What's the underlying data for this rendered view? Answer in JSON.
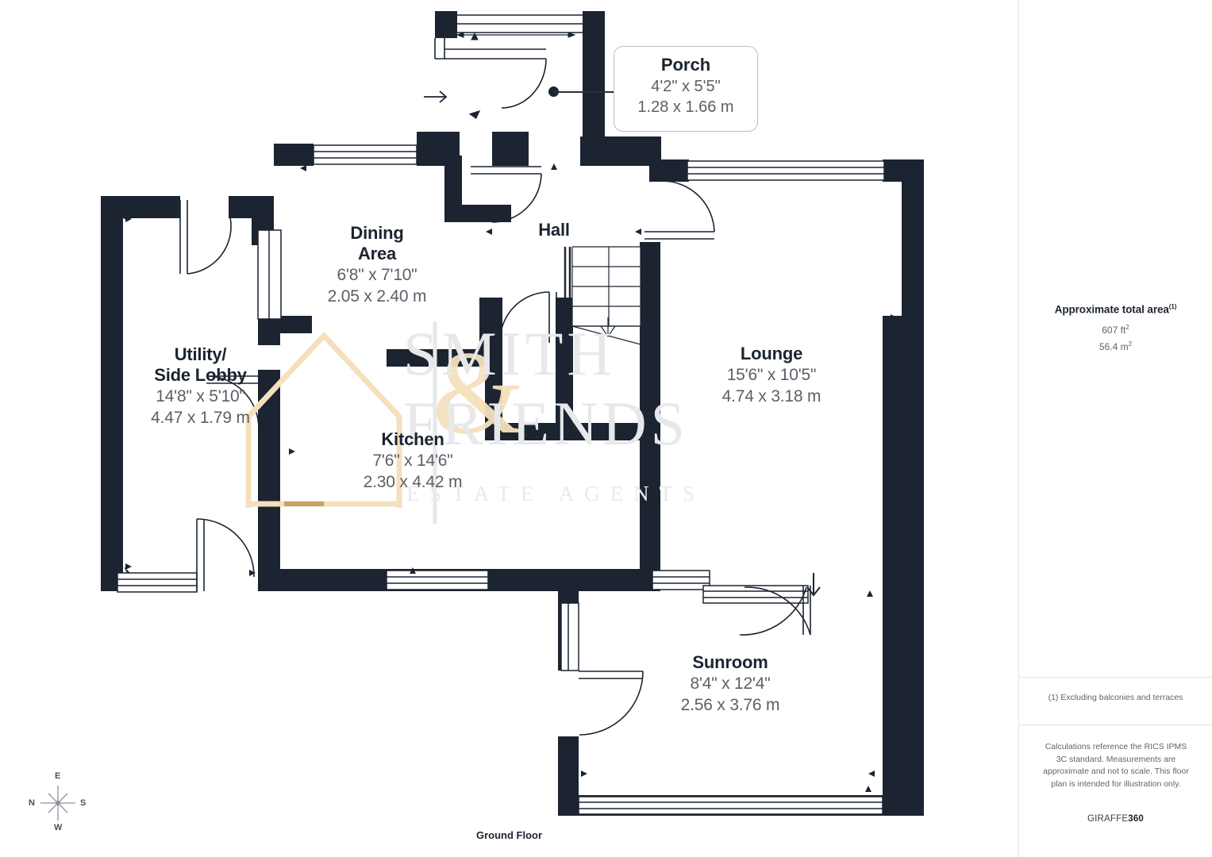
{
  "document": {
    "floor_caption": "Ground Floor",
    "brand_prefix": "GIRAFFE",
    "brand_suffix": "360"
  },
  "colors": {
    "wall": "#1b2430",
    "wall_outline": "#1b2430",
    "label_name": "#1b2430",
    "label_dim": "#5a6068",
    "panel_border": "#e2e4e8",
    "watermark_grey": "#e7e8ea",
    "watermark_tan": "#f5e0bc",
    "accent_tan": "#f3dfbb"
  },
  "side_panel": {
    "area_title": "Approximate total area",
    "area_title_sup": "(1)",
    "area_sqft": "607 ft",
    "area_sqft_sup": "2",
    "area_sqm": "56.4 m",
    "area_sqm_sup": "2",
    "footnote": "(1) Excluding balconies and terraces",
    "disclaimer": "Calculations reference the RICS IPMS 3C standard. Measurements are approximate and not to scale. This floor plan is intended for illustration only."
  },
  "watermark": {
    "line1": "SMITH",
    "line2": "FRIENDS",
    "line3": "ESTATE AGENTS",
    "ampersand": "&"
  },
  "compass": {
    "top": "E",
    "left": "N",
    "right": "S",
    "bottom": "W"
  },
  "rooms": [
    {
      "key": "porch",
      "name": "Porch",
      "dim_imperial": "4'2\" x 5'5\"",
      "dim_metric": "1.28 x 1.66 m"
    },
    {
      "key": "dining_area",
      "name_line1": "Dining",
      "name_line2": "Area",
      "dim_imperial": "6'8\" x 7'10\"",
      "dim_metric": "2.05 x 2.40 m"
    },
    {
      "key": "hall",
      "name": "Hall",
      "dim_imperial": "",
      "dim_metric": ""
    },
    {
      "key": "utility_side_lobby",
      "name_line1": "Utility/",
      "name_line2": "Side Lobby",
      "dim_imperial": "14'8\" x 5'10\"",
      "dim_metric": "4.47 x 1.79 m"
    },
    {
      "key": "kitchen",
      "name": "Kitchen",
      "dim_imperial": "7'6\" x 14'6\"",
      "dim_metric": "2.30 x 4.42 m"
    },
    {
      "key": "lounge",
      "name": "Lounge",
      "dim_imperial": "15'6\" x 10'5\"",
      "dim_metric": "4.74 x 3.18 m"
    },
    {
      "key": "sunroom",
      "name": "Sunroom",
      "dim_imperial": "8'4\" x 12'4\"",
      "dim_metric": "2.56 x 3.76 m"
    }
  ]
}
